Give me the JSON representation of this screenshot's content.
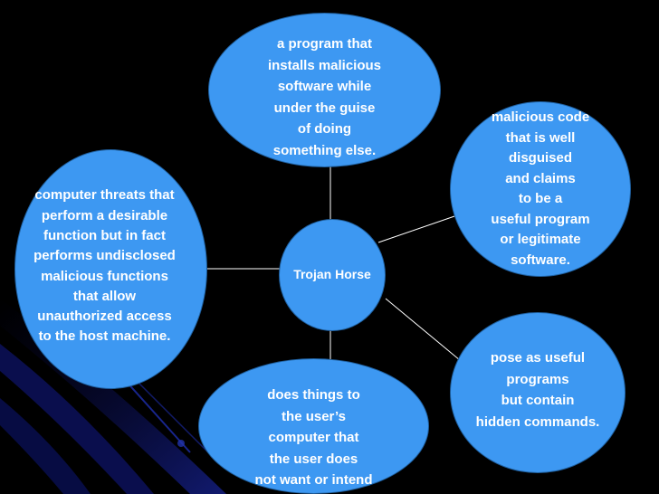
{
  "diagram": {
    "center": "Trojan Horse",
    "nodes": {
      "top": "a program that\ninstalls malicious\nsoftware while\nunder the guise\nof doing\nsomething else.",
      "top_right": "malicious code\nthat is well\ndisguised\nand claims\nto be a\nuseful program\nor legitimate\nsoftware.",
      "left": "computer threats that\nperform a desirable\nfunction but in fact\nperforms undisclosed\nmalicious functions\nthat allow\nunauthorized access\nto the host machine.",
      "bottom": "does things to\nthe user’s\ncomputer that\nthe user does\nnot want or intend",
      "bottom_right": "pose as useful\nprograms\nbut contain\nhidden commands."
    }
  },
  "colors": {
    "background": "#000000",
    "node_fill": "#3d98f2",
    "connector": "#ffffff",
    "text": "#ffffff"
  }
}
